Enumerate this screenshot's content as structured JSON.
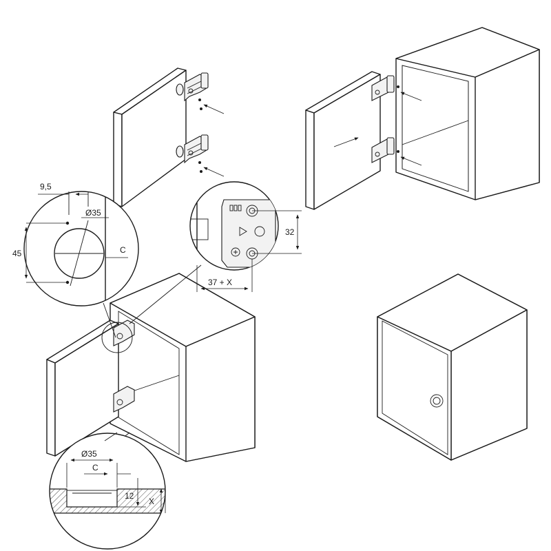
{
  "detail_circle_left": {
    "dim_top": "9,5",
    "dim_diameter": "Ø35",
    "dim_height": "45",
    "dim_c": "C"
  },
  "detail_circle_plate": {
    "dim_height": "32",
    "dim_offset": "37 + X"
  },
  "detail_circle_bottom": {
    "dim_diameter": "Ø35",
    "dim_c": "C",
    "dim_depth": "12",
    "dim_x": "X"
  }
}
